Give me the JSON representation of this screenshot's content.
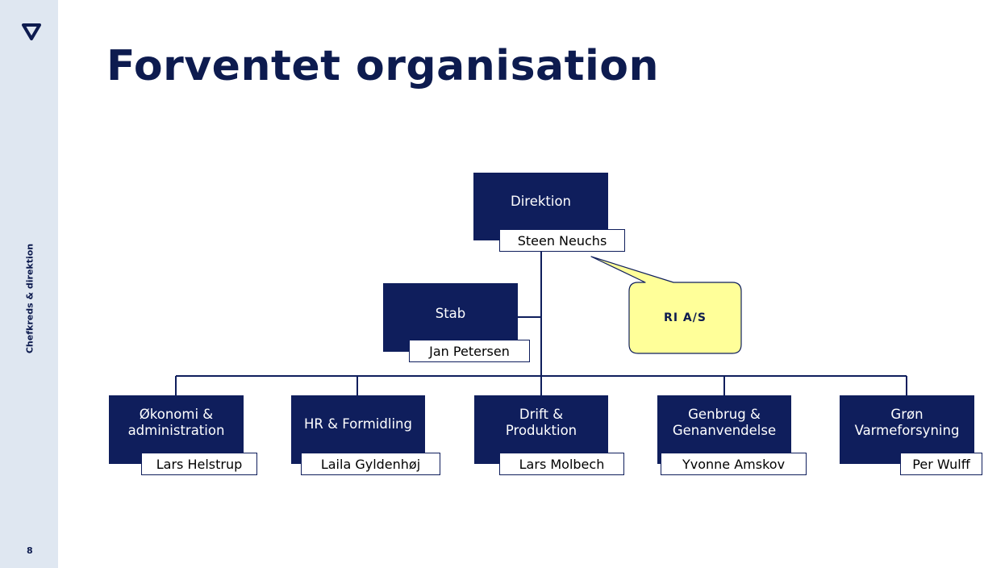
{
  "sidebar": {
    "section_label": "Chefkreds & direktion",
    "page_number": "8",
    "logo": "triangle-logo"
  },
  "title": "Forventet organisation",
  "org": {
    "top": {
      "unit": "Direktion",
      "person": "Steen Neuchs"
    },
    "staff": {
      "unit": "Stab",
      "person": "Jan Petersen"
    },
    "callout": "RI A/S",
    "departments": [
      {
        "unit": "Økonomi &\nadministration",
        "person": "Lars Helstrup"
      },
      {
        "unit": "HR & Formidling",
        "person": "Laila Gyldenhøj"
      },
      {
        "unit": "Drift &\nProduktion",
        "person": "Lars Molbech"
      },
      {
        "unit": "Genbrug &\nGenanvendelse",
        "person": "Yvonne Amskov"
      },
      {
        "unit": "Grøn\nVarmeforsyning",
        "person": "Per Wulff"
      }
    ]
  },
  "colors": {
    "box": "#0f1e5c",
    "title": "#0d1b4f",
    "sidebar": "#dfe7f1",
    "callout_fill": "#ffff99"
  }
}
